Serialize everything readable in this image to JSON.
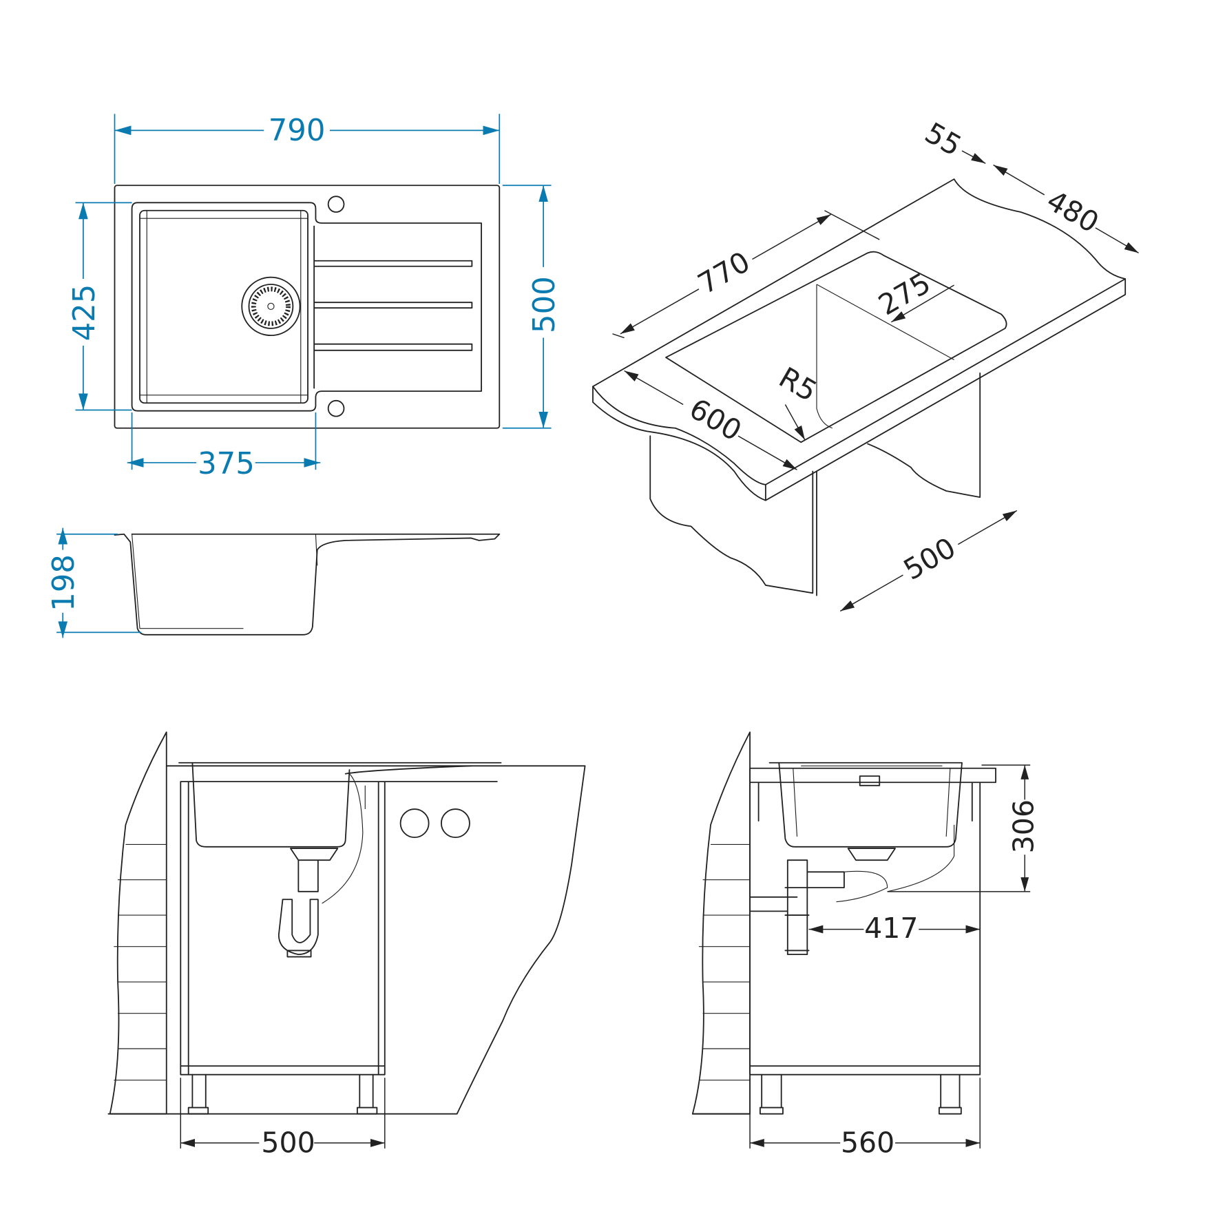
{
  "colors": {
    "dimension_blue": "#0a7bb0",
    "line": "#222222"
  },
  "top_view": {
    "width": "790",
    "depth": "500",
    "bowl_depth": "425",
    "bowl_width": "375"
  },
  "side_view": {
    "height": "198"
  },
  "iso_view": {
    "length": "770",
    "depth": "480",
    "edge": "55",
    "bowl_width": "275",
    "radius": "R5",
    "bowl_length": "600",
    "cabinet_depth": "500"
  },
  "front_install": {
    "cabinet_width": "500"
  },
  "side_install": {
    "cabinet_width": "560",
    "height": "306",
    "drain_offset": "417"
  }
}
